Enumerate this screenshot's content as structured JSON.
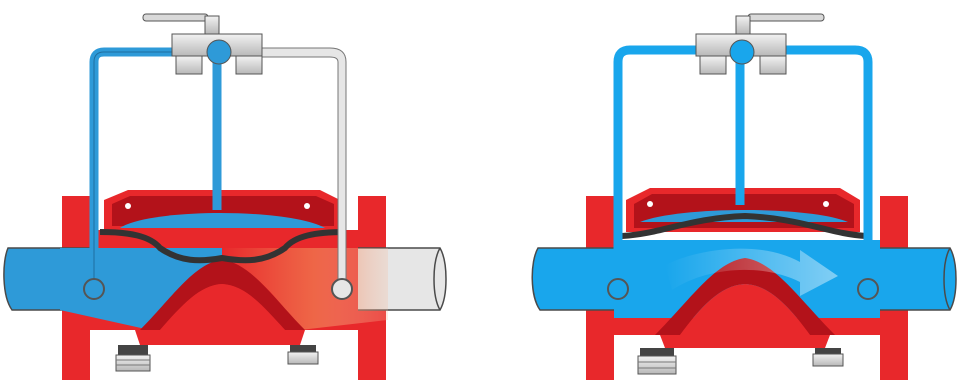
{
  "diagram": {
    "panels": [
      {
        "id": "closed",
        "state": "valve-closed",
        "flow_arrow": false
      },
      {
        "id": "open",
        "state": "valve-open",
        "flow_arrow": true
      }
    ],
    "colors": {
      "water": "#2e9ad8",
      "water_bright": "#19a6ec",
      "body_red": "#e8282b",
      "body_dark_red": "#b3121a",
      "pipe_grey": "#e6e6e6",
      "pipe_outline": "#4a4a4a",
      "diaphragm": "#333333",
      "metal": "#d9d9d9",
      "heated_water": "#f08a5d"
    },
    "icons": [
      "ball-valve-icon",
      "flow-arrow-icon",
      "drain-plug-icon"
    ]
  }
}
